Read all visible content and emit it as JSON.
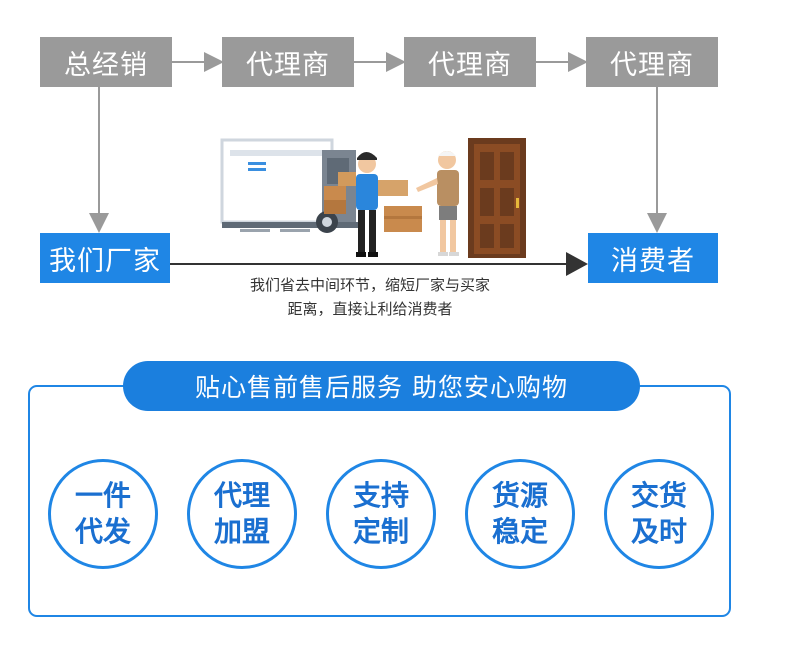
{
  "top_chain": {
    "distributor": "总经销",
    "agent1": "代理商",
    "agent2": "代理商",
    "agent3": "代理商"
  },
  "direct": {
    "factory": "我们厂家",
    "consumer": "消费者",
    "caption_line1": "我们省去中间环节，缩短厂家与买家",
    "caption_line2": "距离，直接让利给消费者"
  },
  "services": {
    "banner": "贴心售前售后服务 助您安心购物",
    "items": [
      {
        "line1": "一件",
        "line2": "代发"
      },
      {
        "line1": "代理",
        "line2": "加盟"
      },
      {
        "line1": "支持",
        "line2": "定制"
      },
      {
        "line1": "货源",
        "line2": "稳定"
      },
      {
        "line1": "交货",
        "line2": "及时"
      }
    ]
  },
  "colors": {
    "gray_box": "#9a9a9a",
    "blue_accent": "#1f86e5",
    "arrow": "#333333"
  }
}
